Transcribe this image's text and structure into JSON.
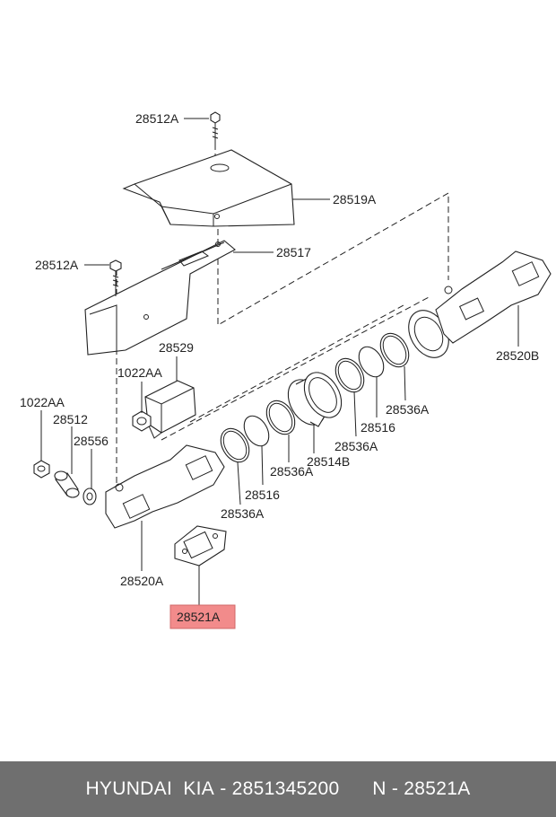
{
  "labels": {
    "bolt_top": "28512A",
    "cover": "28519A",
    "bolt_left": "28512A",
    "gasket_upper": "28517",
    "bracket": "28529",
    "nut_a": "1022AA",
    "nut_b": "1022AA",
    "collar": "28512",
    "washer": "28556",
    "flange_a": "28520A",
    "flange_b": "28520B",
    "ring_1": "28536A",
    "ring_2": "28516",
    "ring_3": "28536A",
    "sleeve": "28514B",
    "ring_4": "28536A",
    "ring_5": "28516",
    "ring_6": "28536A",
    "gasket_highlight": "28521A"
  },
  "footer": {
    "brand": "HYUNDAI  KIA",
    "part_number": "2851345200",
    "ref": "N - 28521A"
  },
  "colors": {
    "highlight": "#f28b8b",
    "footer_bg": "#6f6f6f"
  }
}
